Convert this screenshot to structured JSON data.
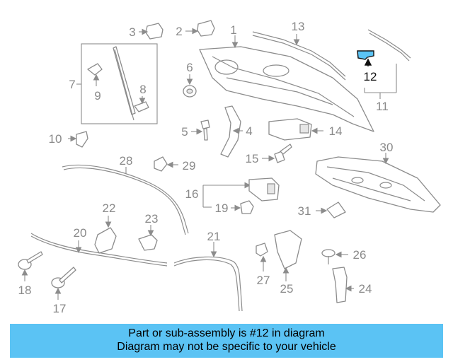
{
  "callouts": [
    "1",
    "2",
    "3",
    "4",
    "5",
    "6",
    "7",
    "8",
    "9",
    "10",
    "11",
    "12",
    "13",
    "14",
    "15",
    "16",
    "17",
    "18",
    "19",
    "20",
    "21",
    "22",
    "23",
    "24",
    "25",
    "26",
    "27",
    "28",
    "29",
    "30",
    "31"
  ],
  "highlighted_part": "12",
  "highlight_color": "#5bc3f4",
  "banner": {
    "line1": "Part or sub-assembly is #12 in diagram",
    "line2": "Diagram may not be specific to your vehicle",
    "background": "#5bc3f4"
  }
}
